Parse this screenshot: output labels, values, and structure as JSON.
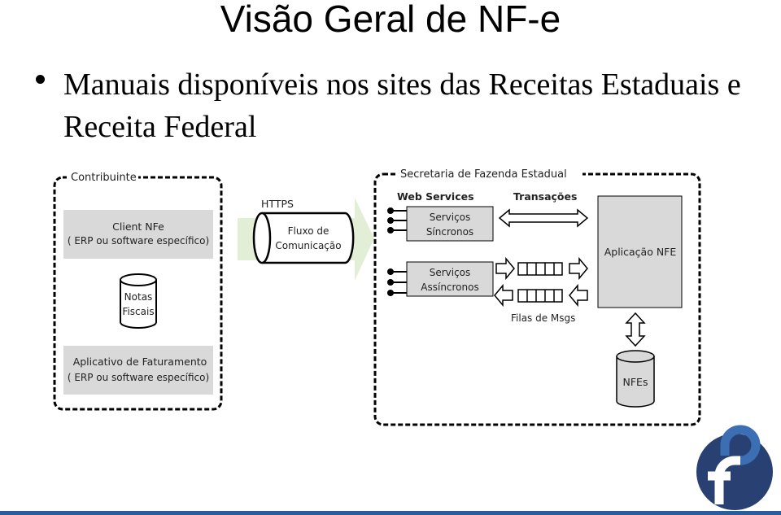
{
  "slide": {
    "title": "Visão Geral de NF-e",
    "bullet": "Manuais disponíveis nos sites das Receitas Estaduais e Receita Federal"
  },
  "diagram": {
    "contribuinte": {
      "label": "Contribuinte",
      "client_title": "Client NFe",
      "client_sub": "( ERP ou software específico)",
      "notas_line1": "Notas",
      "notas_line2": "Fiscais",
      "app_title": "Aplicativo de Faturamento",
      "app_sub": "( ERP ou software específico)"
    },
    "https_label": "HTTPS",
    "fluxo_line1": "Fluxo de",
    "fluxo_line2": "Comunicação",
    "sefaz": {
      "label": "Secretaria de Fazenda Estadual",
      "web_services": "Web Services",
      "transacoes": "Transações",
      "sinc_line1": "Serviços",
      "sinc_line2": "Síncronos",
      "assinc_line1": "Serviços",
      "assinc_line2": "Assíncronos",
      "filas": "Filas de Msgs",
      "aplicacao": "Aplicação NFE",
      "nfes": "NFEs"
    }
  },
  "colors": {
    "box_grey": "#d9d9d9",
    "arrow_green": "#e3eed6",
    "logo_blue": "#294172"
  },
  "logo": {
    "name": "fedora-logo"
  }
}
